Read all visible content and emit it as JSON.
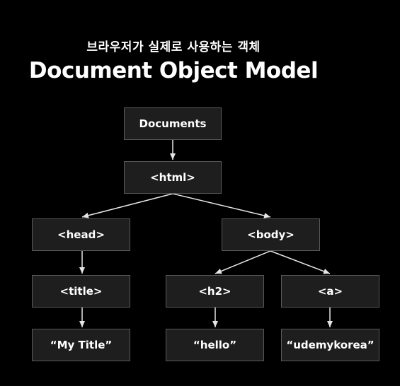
{
  "header": {
    "subtitle": "브라우저가 실제로 사용하는 객체",
    "title": "Document Object Model"
  },
  "tree": {
    "documents": "Documents",
    "html": "<html>",
    "head": "<head>",
    "body": "<body>",
    "title_tag": "<title>",
    "h2": "<h2>",
    "a": "<a>",
    "my_title": "“My Title”",
    "hello": "“hello”",
    "udemykorea": "“udemykorea”"
  },
  "colors": {
    "background": "#000000",
    "node_fill": "#1e1e1e",
    "node_border": "#5a5a5a",
    "edge": "#e6e6e6",
    "text": "#ffffff"
  }
}
